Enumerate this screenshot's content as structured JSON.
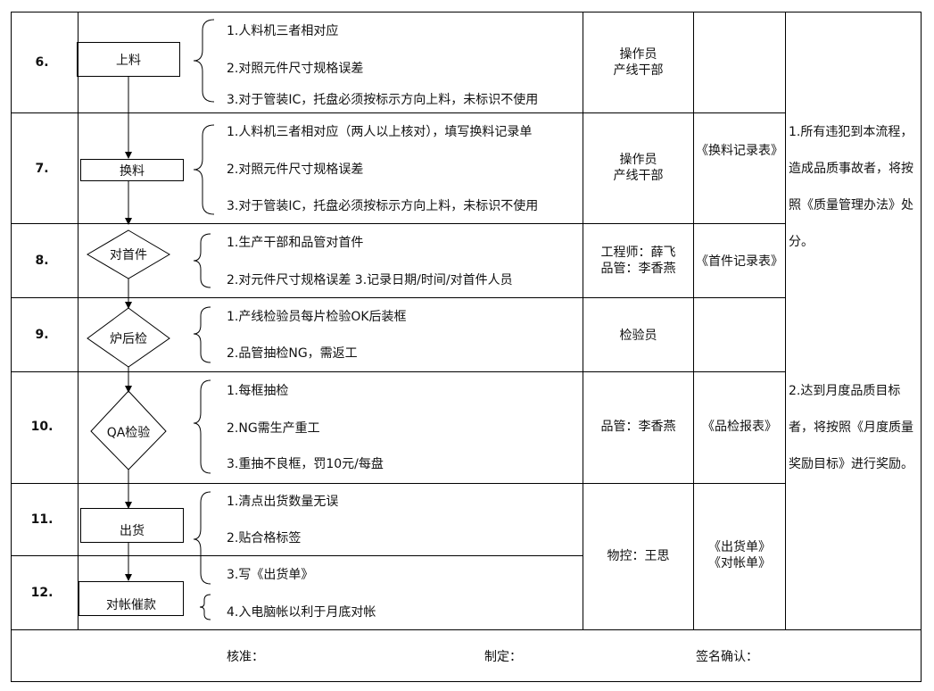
{
  "rows": [
    {
      "no": "6.",
      "step": "上料",
      "details": [
        "1.人料机三者相对应",
        "2.对照元件尺寸规格误差",
        "3.对于管装IC，托盘必须按标示方向上料，未标识不使用"
      ],
      "owner": [
        "操作员",
        "产线干部"
      ],
      "record": ""
    },
    {
      "no": "7.",
      "step": "换料",
      "details": [
        "1.人料机三者相对应（两人以上核对），填写换料记录单",
        "2.对照元件尺寸规格误差",
        "3.对于管装IC，托盘必须按标示方向上料，未标识不使用"
      ],
      "owner": [
        "操作员",
        "产线干部"
      ],
      "record": "《换料记录表》"
    },
    {
      "no": "8.",
      "step": "对首件",
      "details": [
        "1.生产干部和品管对首件",
        "2.对元件尺寸规格误差   3.记录日期/时间/对首件人员"
      ],
      "owner": [
        "工程师：薛飞",
        "品管：李香燕"
      ],
      "record": "《首件记录表》"
    },
    {
      "no": "9.",
      "step": "炉后检",
      "details": [
        "1.产线检验员每片检验OK后装框",
        "2.品管抽检NG，需返工"
      ],
      "owner": [
        "检验员"
      ],
      "record": ""
    },
    {
      "no": "10.",
      "step": "QA检验",
      "details": [
        "1.每框抽检",
        "2.NG需生产重工",
        "3.重抽不良框，罚10元/每盘"
      ],
      "owner": [
        "品管：李香燕"
      ],
      "record": "《品检报表》"
    },
    {
      "no": "11.",
      "step": "出货",
      "details": [
        "1.清点出货数量无误",
        "2.贴合格标签"
      ],
      "owner": [],
      "record": ""
    },
    {
      "no": "12.",
      "step": "对帐催款",
      "details": [
        "3.写《出货单》",
        "4.入电脑帐以利于月底对帐"
      ],
      "owner": [],
      "record": ""
    }
  ],
  "shared_owner_11_12": "物控：王思",
  "shared_record_11_12": [
    "《出货单》",
    "《对帐单》"
  ],
  "remarks": [
    "1.所有违犯到本流程，造成品质事故者，将按照《质量管理办法》处分。",
    "2.达到月度品质目标者，将按照《月度质量奖励目标》进行奖励。"
  ],
  "footer": {
    "approve": "核准：",
    "prepare": "制定：",
    "sign": "签名确认："
  }
}
